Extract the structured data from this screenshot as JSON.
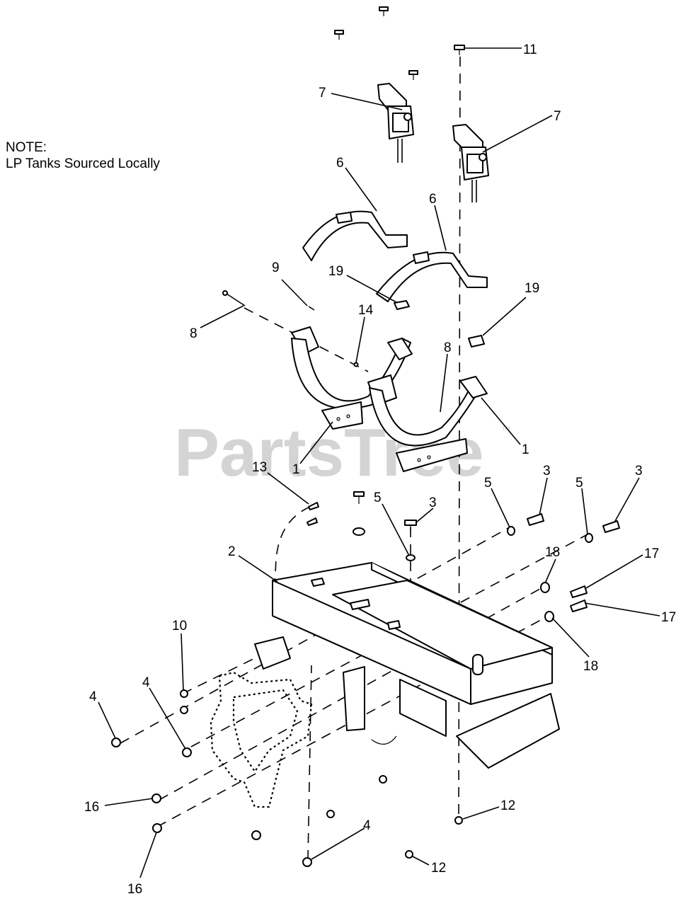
{
  "note": {
    "line1": "NOTE:",
    "line2": "LP Tanks Sourced Locally"
  },
  "watermark": {
    "text": "PartsTree",
    "mark": "™"
  },
  "callouts": {
    "c11": "11",
    "c7a": "7",
    "c7b": "7",
    "c6a": "6",
    "c6b": "6",
    "c9": "9",
    "c19a": "19",
    "c19b": "19",
    "c8a": "8",
    "c8b": "8",
    "c14": "14",
    "c1a": "1",
    "c1b": "1",
    "c13": "13",
    "c5a": "5",
    "c5b": "5",
    "c5c": "5",
    "c3a": "3",
    "c3b": "3",
    "c3c": "3",
    "c2": "2",
    "c18a": "18",
    "c18b": "18",
    "c17a": "17",
    "c17b": "17",
    "c10": "10",
    "c4a": "4",
    "c4b": "4",
    "c4c": "4",
    "c16a": "16",
    "c16b": "16",
    "c12a": "12",
    "c12b": "12"
  }
}
